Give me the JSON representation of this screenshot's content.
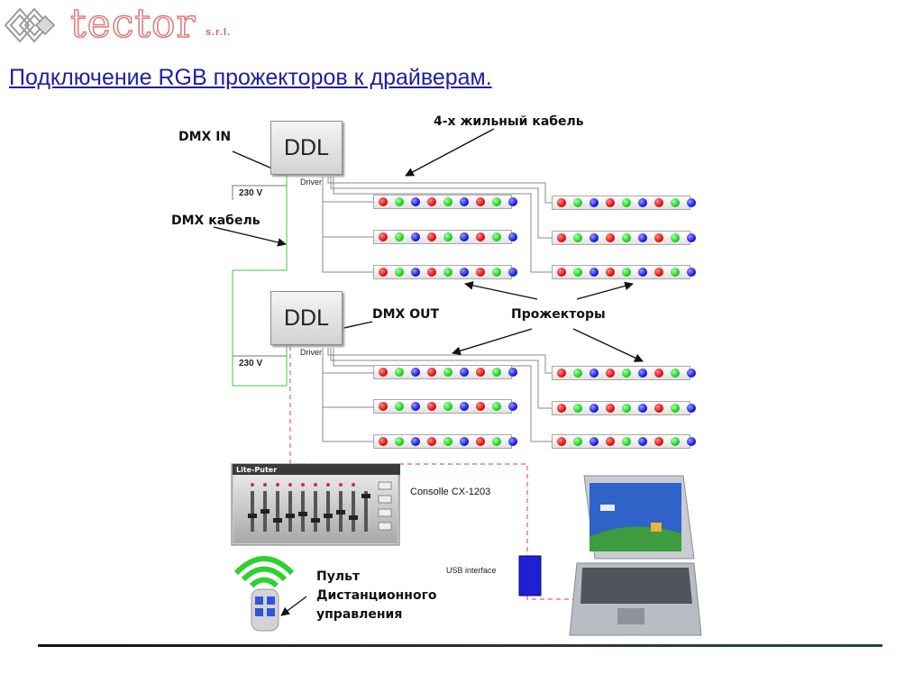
{
  "logo": {
    "text": "tector",
    "suffix": "s.r.l.",
    "icon": "diamond-logo-icon"
  },
  "title": "Подключение RGB прожекторов к драйверам.",
  "diagram": {
    "labels": {
      "dmx_in": "DMX IN",
      "cable_4wire": "4-х жильный кабель",
      "dmx_cable": "DMX кабель",
      "dmx_out": "DMX OUT",
      "projectors": "Прожекторы",
      "remote_line1": "Пульт",
      "remote_line2": "Дистанционного",
      "remote_line3": "управления",
      "console": "Consolle CX-1203",
      "usb": "USB interface"
    },
    "drivers": [
      {
        "name": "DDL",
        "sublabel": "Driver",
        "power": "230 V"
      },
      {
        "name": "DDL",
        "sublabel": "Driver",
        "power": "230 V"
      }
    ],
    "console_brand": "Lite-Puter",
    "led_pattern": [
      "r",
      "g",
      "b",
      "r",
      "g",
      "b",
      "r",
      "g",
      "b"
    ],
    "colors": {
      "red": "#e01010",
      "green": "#1fd21f",
      "blue": "#1a1ae0",
      "dmx_cable": "#3cc83c",
      "usb_line": "#e06060"
    }
  }
}
